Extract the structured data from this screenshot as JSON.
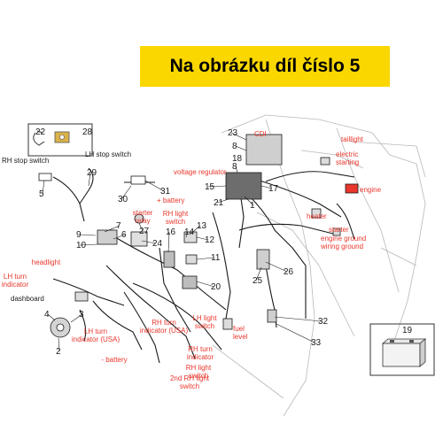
{
  "banner": {
    "title": "Na obrázku díl číslo 5"
  },
  "numbers": [
    "22",
    "28",
    "23",
    "8",
    "8",
    "18",
    "15",
    "17",
    "21",
    "1",
    "29",
    "5",
    "30",
    "31",
    "9",
    "10",
    "7",
    "6",
    "27",
    "24",
    "16",
    "14",
    "13",
    "12",
    "11",
    "20",
    "25",
    "26",
    "4",
    "3",
    "2",
    "32",
    "33",
    "19"
  ],
  "labels": [
    "CDI",
    "taillight",
    "electric starting",
    "engine",
    "heater",
    "starter",
    "engine ground wiring ground",
    "voltage regulator",
    "RH stop switch",
    "LH stop switch",
    "+ battery",
    "starter relay",
    "RH light switch",
    "headlight",
    "LH turn indicator",
    "dashboard",
    "RH turn indicator (USA)",
    "LH turn indicator (USA)",
    "LH light switch",
    "RH turn indicator",
    "- battery",
    "fuel level",
    "RH light switch",
    "2nd RH light switch"
  ],
  "colors": {
    "banner_bg": "#fbd700",
    "label_red": "#e8362c",
    "line": "#1a1a1a",
    "frame_gray": "#b8b8b8"
  },
  "icons": [
    "wire-clip-icon",
    "clip-nut-icon",
    "battery-icon"
  ]
}
